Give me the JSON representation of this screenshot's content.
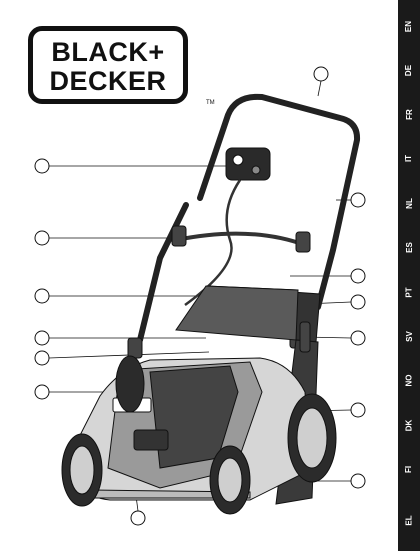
{
  "brand": {
    "line1": "BLACK+",
    "line2": "DECKER",
    "trademark": "TM"
  },
  "languages": [
    "EN",
    "DE",
    "FR",
    "IT",
    "NL",
    "ES",
    "PT",
    "SV",
    "NO",
    "DK",
    "FI",
    "EL"
  ],
  "colors": {
    "text": "#111111",
    "sidebar": "#1a1a1a",
    "mower_body": "#d9d9d9",
    "mower_dark": "#3a3a3a"
  }
}
